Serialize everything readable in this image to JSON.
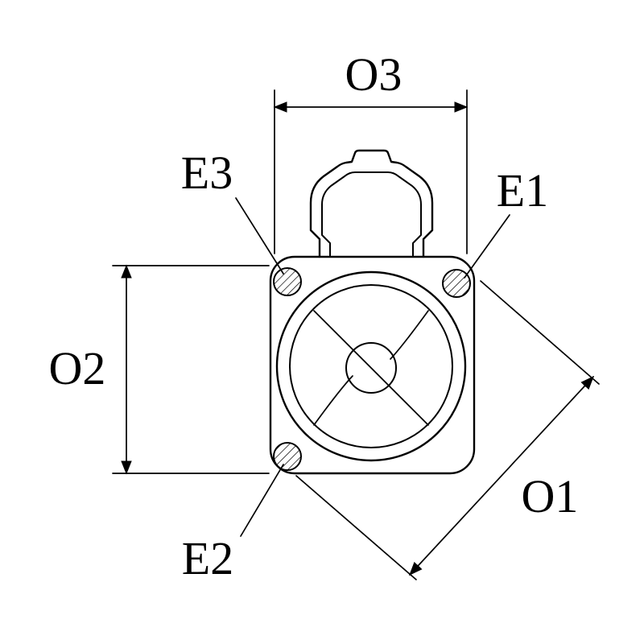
{
  "diagram": {
    "type": "technical-drawing",
    "background": "#ffffff",
    "line_color": "#000000",
    "labels": {
      "o1": "O1",
      "o2": "O2",
      "o3": "O3",
      "e1": "E1",
      "e2": "E2",
      "e3": "E3"
    }
  }
}
